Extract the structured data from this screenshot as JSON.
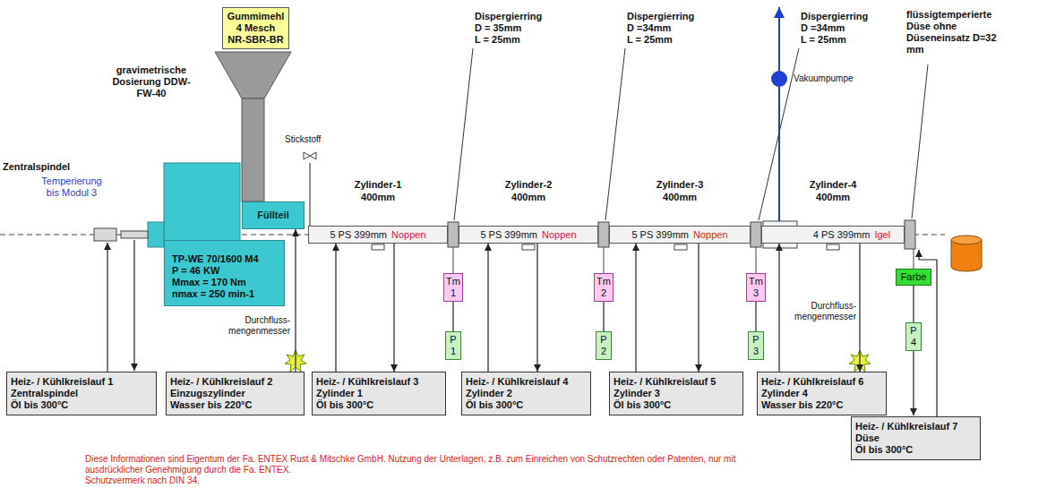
{
  "diagram": {
    "nodes": [
      {
        "text": [
          "Gummimehl",
          "4 Mesch",
          "NR-SBR-BR"
        ]
      },
      {
        "text": [
          "Füllteil"
        ]
      },
      {
        "text": [
          "TP-WE 70/1600 M4",
          "P = 46 KW",
          "Mmax = 170 Nm",
          "nmax = 250 min-1"
        ]
      },
      {
        "text": [
          "5 PS 399mm",
          "Noppen"
        ]
      },
      {
        "text": [
          "5 PS 399mm",
          "Noppen"
        ]
      },
      {
        "text": [
          "5 PS 399mm",
          "Noppen"
        ]
      },
      {
        "text": [
          "4 PS 399mm",
          "Igel"
        ]
      },
      {
        "text": [
          "Tm 1"
        ]
      },
      {
        "text": [
          "P 1"
        ]
      },
      {
        "text": [
          "Tm 2"
        ]
      },
      {
        "text": [
          "P 2"
        ]
      },
      {
        "text": [
          "Tm 3"
        ]
      },
      {
        "text": [
          "P 3"
        ]
      },
      {
        "text": [
          "Farbe"
        ]
      },
      {
        "text": [
          "P 4"
        ]
      },
      {
        "text": [
          "Heiz- / Kühlkreislauf 1 Zentralspindel",
          "Öl bis 300°C"
        ]
      },
      {
        "text": [
          "Heiz- / Kühlkreislauf 2 Einzugszylinder",
          "Wasser bis 220°C"
        ]
      },
      {
        "text": [
          "Heiz- / Kühlkreislauf 3 Zylinder 1",
          "Öl bis 300°C"
        ]
      },
      {
        "text": [
          "Heiz- / Kühlkreislauf 4 Zylinder 2",
          "Öl bis 300°C"
        ]
      },
      {
        "text": [
          "Heiz- / Kühlkreislauf 5 Zylinder 3",
          "Öl bis 300°C"
        ]
      },
      {
        "text": [
          "Heiz- / Kühlkreislauf 6 Zylinder 4",
          "Wasser bis 220°C"
        ]
      },
      {
        "text": [
          "Heiz- / Kühlkreislauf 7 Düse",
          "Öl bis 300°C"
        ]
      }
    ],
    "edges": [
      {
        "from": 7,
        "to": 8,
        "arrow": "none"
      },
      {
        "from": 9,
        "to": 10,
        "arrow": "none"
      },
      {
        "from": 11,
        "to": 12,
        "arrow": "none"
      },
      {
        "from": 13,
        "to": 14,
        "arrow": "none"
      },
      {
        "from": 16,
        "to": 1,
        "arrow": "to"
      },
      {
        "from": 17,
        "to": 3,
        "arrow": "to"
      },
      {
        "from": 3,
        "to": 17,
        "arrow": "to"
      },
      {
        "from": 18,
        "to": 4,
        "arrow": "to"
      },
      {
        "from": 4,
        "to": 18,
        "arrow": "to"
      },
      {
        "from": 19,
        "to": 5,
        "arrow": "to"
      },
      {
        "from": 5,
        "to": 19,
        "arrow": "to"
      },
      {
        "from": 20,
        "to": 6,
        "arrow": "to"
      },
      {
        "from": 6,
        "to": 20,
        "arrow": "to"
      }
    ],
    "labels": [
      "gravimetrische Dosierung DDW-FW-40",
      "Zentralspindel",
      "Temperierung bis Modul 3",
      "Stickstoff",
      "Zylinder-1",
      "400mm",
      "Zylinder-2",
      "400mm",
      "Zylinder-3",
      "400mm",
      "Zylinder-4",
      "400mm",
      "Dispergierring",
      "D = 35mm",
      "L = 25mm",
      "Dispergierring",
      "D =34mm",
      "L = 25mm",
      "Dispergierring",
      "D =34mm",
      "L = 25mm",
      "Vakuumpumpe",
      "flüssigtemperierte Düse ohne Düseneinsatz D=32 mm",
      "Durchfluss- mengenmesser",
      "Durchfluss- mengenmesser",
      "Diese Informationen sind Eigentum der Fa. ENTEX Rust & Mitschke GmbH. Nutzung der Unterlagen, z.B. zum Einreichen von Schutzrechten oder Patenten, nur mit ausdrücklicher Genehmigung durch die Fa. ENTEX.",
      "Schutzvermerk nach DIN 34."
    ]
  }
}
